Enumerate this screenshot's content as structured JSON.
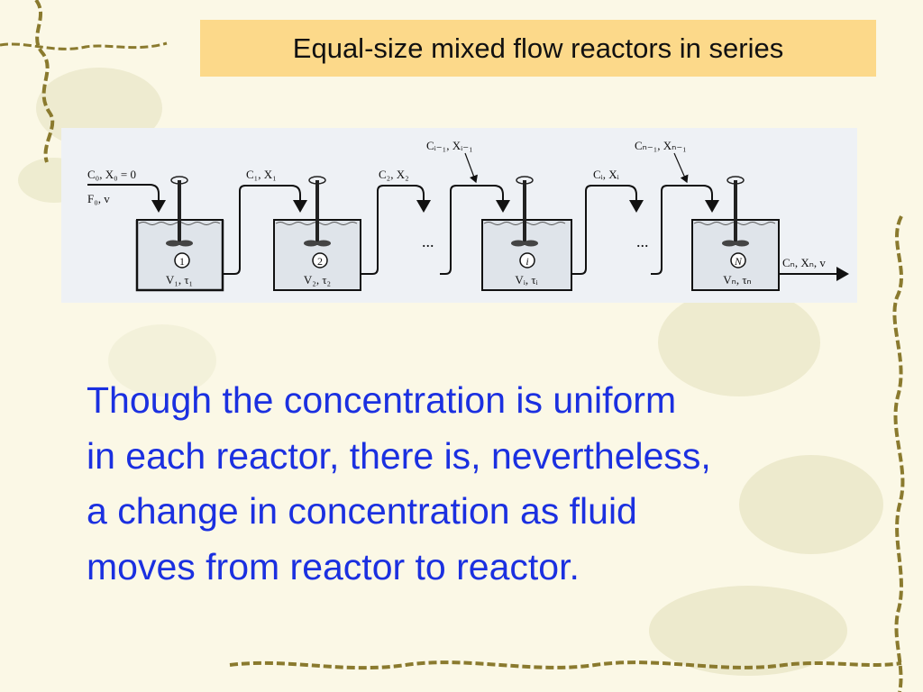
{
  "slide": {
    "title": "Equal-size mixed flow reactors in series",
    "body_lines": [
      "Though the concentration is uniform",
      "in each reactor, there is, nevertheless,",
      "a change in concentration as fluid",
      "moves from reactor to reactor."
    ]
  },
  "diagram": {
    "inlet_label_1": "C₀, X₀ = 0",
    "inlet_label_2": "F₀, v",
    "stream_1_2": "C₁, X₁",
    "stream_2_next": "C₂, X₂",
    "stream_into_i": "Cᵢ₋₁, Xᵢ₋₁",
    "stream_out_i": "Cᵢ, Xᵢ",
    "stream_into_N": "Cₙ₋₁, Xₙ₋₁",
    "outlet_label": "Cₙ, Xₙ, v",
    "ellipsis": "...",
    "reactors": [
      {
        "number": "1",
        "label": "V₁, τ₁"
      },
      {
        "number": "2",
        "label": "V₂, τ₂"
      },
      {
        "number": "i",
        "label": "Vᵢ, τᵢ"
      },
      {
        "number": "N",
        "label": "Vₙ, τₙ"
      }
    ]
  },
  "colors": {
    "background": "#fbf8e6",
    "title_bg": "#fcd98a",
    "body_text": "#1b30e0",
    "decor_vine": "#8a7a2e",
    "decor_leaf": "#dcdcb4"
  }
}
